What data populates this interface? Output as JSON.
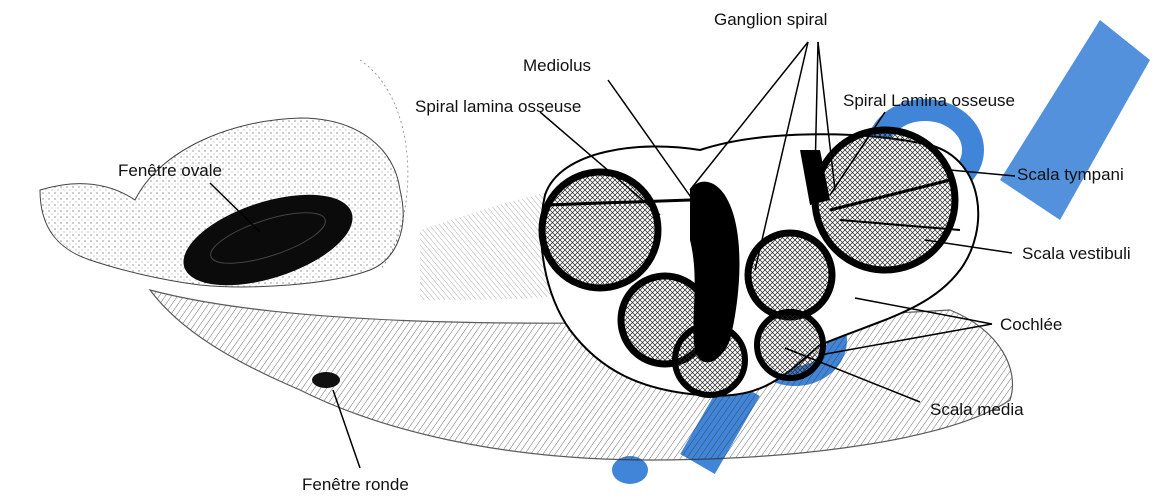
{
  "labels": {
    "ganglion_spiral": "Ganglion spiral",
    "mediolus": "Mediolus",
    "spiral_lamina_left": "Spiral lamina osseuse",
    "spiral_lamina_right": "Spiral Lamina osseuse",
    "fenetre_ovale": "Fenêtre ovale",
    "scala_tympani": "Scala tympani",
    "scala_vestibuli": "Scala vestibuli",
    "cochlee": "Cochlée",
    "scala_media": "Scala media",
    "fenetre_ronde": "Fenêtre ronde"
  },
  "colors": {
    "ink": "#111111",
    "watermark": "#1f6fd1"
  }
}
